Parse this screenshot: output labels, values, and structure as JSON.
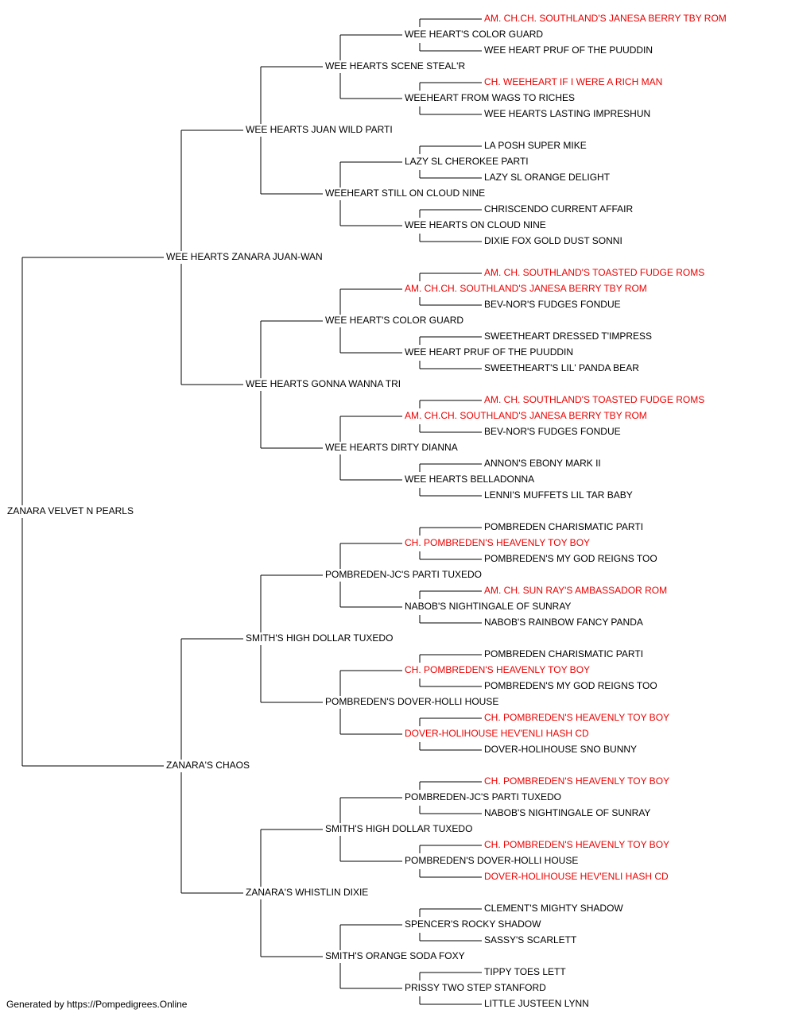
{
  "colors": {
    "champion": "#ee0000",
    "normal": "#000000",
    "line": "#000000"
  },
  "footer": "Generated by https://Pompedigrees.Online",
  "pedigree": {
    "name": "ZANARA VELVET N PEARLS",
    "sire": {
      "name": "WEE HEARTS ZANARA JUAN-WAN",
      "sire": {
        "name": "WEE HEARTS JUAN WILD PARTI",
        "sire": {
          "name": "WEE HEARTS SCENE STEAL'R",
          "sire": {
            "name": "WEE HEART'S COLOR GUARD",
            "sire": {
              "name": "AM. CH.CH. SOUTHLAND'S JANESA BERRY TBY ROM",
              "champion": true
            },
            "dam": {
              "name": "WEE HEART PRUF OF THE PUUDDIN"
            }
          },
          "dam": {
            "name": "WEEHEART FROM WAGS TO RICHES",
            "sire": {
              "name": "CH. WEEHEART IF I WERE A RICH MAN",
              "champion": true
            },
            "dam": {
              "name": "WEE HEARTS LASTING IMPRESHUN"
            }
          }
        },
        "dam": {
          "name": "WEEHEART STILL ON CLOUD NINE",
          "sire": {
            "name": "LAZY SL CHEROKEE PARTI",
            "sire": {
              "name": "LA POSH SUPER MIKE"
            },
            "dam": {
              "name": "LAZY SL ORANGE DELIGHT"
            }
          },
          "dam": {
            "name": "WEE HEARTS ON CLOUD NINE",
            "sire": {
              "name": "CHRISCENDO CURRENT AFFAIR"
            },
            "dam": {
              "name": "DIXIE FOX GOLD DUST SONNI"
            }
          }
        }
      },
      "dam": {
        "name": "WEE HEARTS GONNA WANNA TRI",
        "sire": {
          "name": "WEE HEART'S COLOR GUARD",
          "sire": {
            "name": "AM. CH.CH. SOUTHLAND'S JANESA BERRY TBY ROM",
            "champion": true,
            "sire": {
              "name": "AM. CH. SOUTHLAND'S TOASTED FUDGE ROMS",
              "champion": true
            },
            "dam": {
              "name": "BEV-NOR'S FUDGES FONDUE"
            }
          },
          "dam": {
            "name": "WEE HEART PRUF OF THE PUUDDIN",
            "sire": {
              "name": "SWEETHEART DRESSED T'IMPRESS"
            },
            "dam": {
              "name": "SWEETHEART'S LIL' PANDA BEAR"
            }
          }
        },
        "dam": {
          "name": "WEE HEARTS DIRTY DIANNA",
          "sire": {
            "name": "AM. CH.CH. SOUTHLAND'S JANESA BERRY TBY ROM",
            "champion": true,
            "sire": {
              "name": "AM. CH. SOUTHLAND'S TOASTED FUDGE ROMS",
              "champion": true
            },
            "dam": {
              "name": "BEV-NOR'S FUDGES FONDUE"
            }
          },
          "dam": {
            "name": "WEE HEARTS BELLADONNA",
            "sire": {
              "name": "ANNON'S EBONY MARK II"
            },
            "dam": {
              "name": "LENNI'S MUFFETS LIL TAR BABY"
            }
          }
        }
      }
    },
    "dam": {
      "name": "ZANARA'S CHAOS",
      "sire": {
        "name": "SMITH'S HIGH DOLLAR TUXEDO",
        "sire": {
          "name": "POMBREDEN-JC'S PARTI TUXEDO",
          "sire": {
            "name": "CH. POMBREDEN'S HEAVENLY TOY BOY",
            "champion": true,
            "sire": {
              "name": "POMBREDEN CHARISMATIC PARTI"
            },
            "dam": {
              "name": "POMBREDEN'S MY GOD REIGNS TOO"
            }
          },
          "dam": {
            "name": "NABOB'S NIGHTINGALE OF SUNRAY",
            "sire": {
              "name": "AM. CH. SUN RAY'S AMBASSADOR ROM",
              "champion": true
            },
            "dam": {
              "name": "NABOB'S RAINBOW FANCY PANDA"
            }
          }
        },
        "dam": {
          "name": "POMBREDEN'S DOVER-HOLLI HOUSE",
          "sire": {
            "name": "CH. POMBREDEN'S HEAVENLY TOY BOY",
            "champion": true,
            "sire": {
              "name": "POMBREDEN CHARISMATIC PARTI"
            },
            "dam": {
              "name": "POMBREDEN'S MY GOD REIGNS TOO"
            }
          },
          "dam": {
            "name": "DOVER-HOLIHOUSE HEV'ENLI HASH CD",
            "champion": true,
            "sire": {
              "name": "CH. POMBREDEN'S HEAVENLY TOY BOY",
              "champion": true
            },
            "dam": {
              "name": "DOVER-HOLIHOUSE SNO BUNNY"
            }
          }
        }
      },
      "dam": {
        "name": "ZANARA'S WHISTLIN DIXIE",
        "sire": {
          "name": "SMITH'S HIGH DOLLAR TUXEDO",
          "sire": {
            "name": "POMBREDEN-JC'S PARTI TUXEDO",
            "sire": {
              "name": "CH. POMBREDEN'S HEAVENLY TOY BOY",
              "champion": true
            },
            "dam": {
              "name": "NABOB'S NIGHTINGALE OF SUNRAY"
            }
          },
          "dam": {
            "name": "POMBREDEN'S DOVER-HOLLI HOUSE",
            "sire": {
              "name": "CH. POMBREDEN'S HEAVENLY TOY BOY",
              "champion": true
            },
            "dam": {
              "name": "DOVER-HOLIHOUSE HEV'ENLI HASH CD",
              "champion": true
            }
          }
        },
        "dam": {
          "name": "SMITH'S ORANGE SODA FOXY",
          "sire": {
            "name": "SPENCER'S ROCKY SHADOW",
            "sire": {
              "name": "CLEMENT'S MIGHTY SHADOW"
            },
            "dam": {
              "name": "SASSY'S SCARLETT"
            }
          },
          "dam": {
            "name": "PRISSY TWO STEP STANFORD",
            "sire": {
              "name": "TIPPY TOES LETT"
            },
            "dam": {
              "name": "LITTLE JUSTEEN LYNN"
            }
          }
        }
      }
    }
  }
}
